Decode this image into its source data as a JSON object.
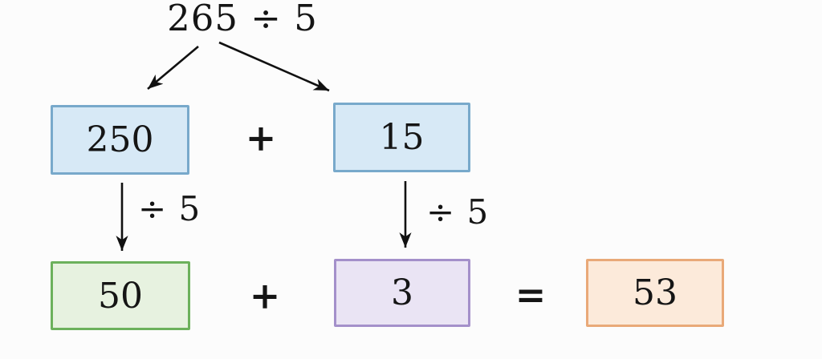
{
  "diagram": {
    "title": "265 ÷ 5",
    "partition_row": {
      "left_box": {
        "value": "250"
      },
      "operator": "+",
      "right_box": {
        "value": "15"
      }
    },
    "divide_steps": {
      "left_label": "÷ 5",
      "right_label": "÷ 5"
    },
    "result_row": {
      "left_box": {
        "value": "50"
      },
      "operator": "+",
      "middle_box": {
        "value": "3"
      },
      "equals": "=",
      "result_box": {
        "value": "53"
      }
    },
    "colors": {
      "blue_fill": "#d7e9f6",
      "blue_border": "#78a9cb",
      "green_fill": "#e7f2e0",
      "green_border": "#6cb15c",
      "purple_fill": "#eae4f4",
      "purple_border": "#a490ca",
      "orange_fill": "#fceada",
      "orange_border": "#e9a978",
      "arrow": "#111111",
      "text": "#151515",
      "background": "#fcfcfc"
    }
  }
}
